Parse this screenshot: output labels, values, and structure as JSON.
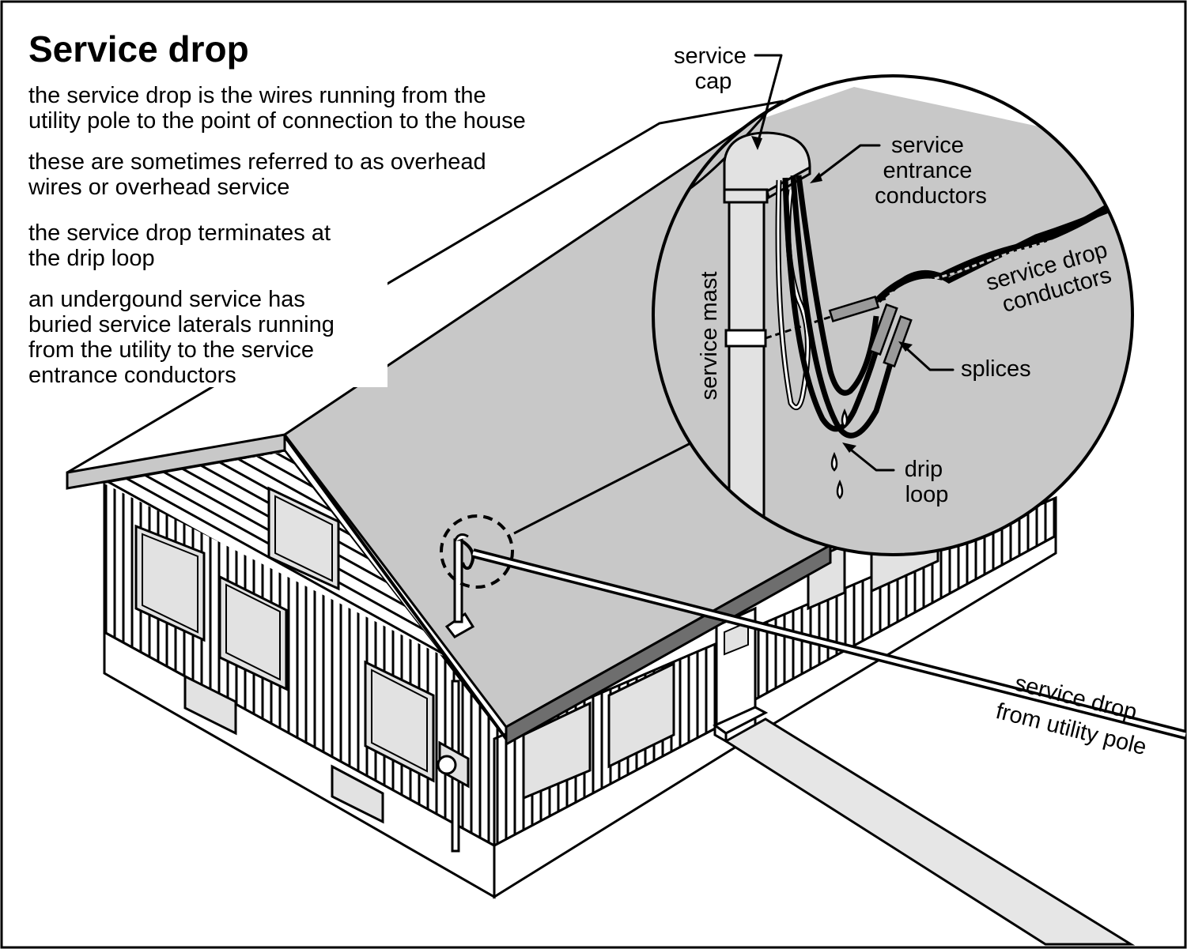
{
  "title": "Service drop",
  "paragraphs": [
    [
      "the service drop is the wires running from the",
      "utility pole to the point of connection to the house"
    ],
    [
      "these are sometimes referred to as overhead",
      "wires or overhead service"
    ],
    [
      "the service drop terminates at",
      "the drip loop"
    ],
    [
      "an undergound service has",
      "buried service laterals running",
      "from the utility to the service",
      "entrance conductors"
    ]
  ],
  "labels": {
    "service_cap": [
      "service",
      "cap"
    ],
    "service_entrance_conductors": [
      "service",
      "entrance",
      "conductors"
    ],
    "service_mast": "service mast",
    "service_drop_conductors": [
      "service drop",
      "conductors"
    ],
    "splices": "splices",
    "drip_loop": [
      "drip",
      "loop"
    ],
    "service_drop_from_pole": [
      "service drop",
      "from utility pole"
    ]
  },
  "colors": {
    "ink": "#000000",
    "roof_fill": "#c8c8c8",
    "fascia_fill": "#6e6e6e",
    "window_fill": "#e2e2e2",
    "paper": "#ffffff"
  }
}
